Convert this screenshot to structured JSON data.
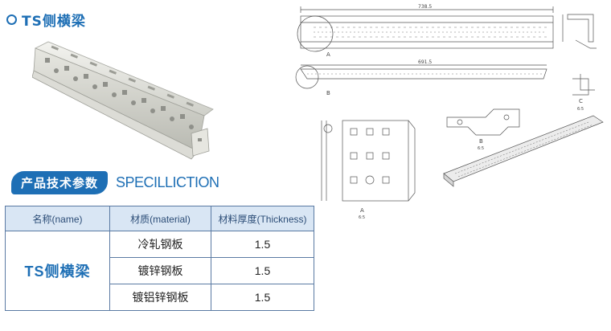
{
  "header": {
    "title": "TS侧横梁"
  },
  "section": {
    "label": "产品技术参数",
    "label_en": "SPECILLICTION"
  },
  "table": {
    "headers": [
      "名称(name)",
      "材质(material)",
      "材料厚度(Thickness)"
    ],
    "name": "TS侧横梁",
    "rows": [
      {
        "material": "冷轧钢板",
        "thickness": "1.5"
      },
      {
        "material": "镀锌钢板",
        "thickness": "1.5"
      },
      {
        "material": "镀铝锌钢板",
        "thickness": "1.5"
      }
    ]
  },
  "drawings": {
    "dim_top": "738.5",
    "dim_mid": "691.5",
    "label_a": "A",
    "label_b": "B",
    "label_c": "C",
    "scale_a": "6:5",
    "scale_b": "6:5",
    "scale_c": "6:5"
  },
  "colors": {
    "accent": "#1e6fb5",
    "header_bg": "#d9e6f4",
    "border": "#5a7aa3"
  }
}
